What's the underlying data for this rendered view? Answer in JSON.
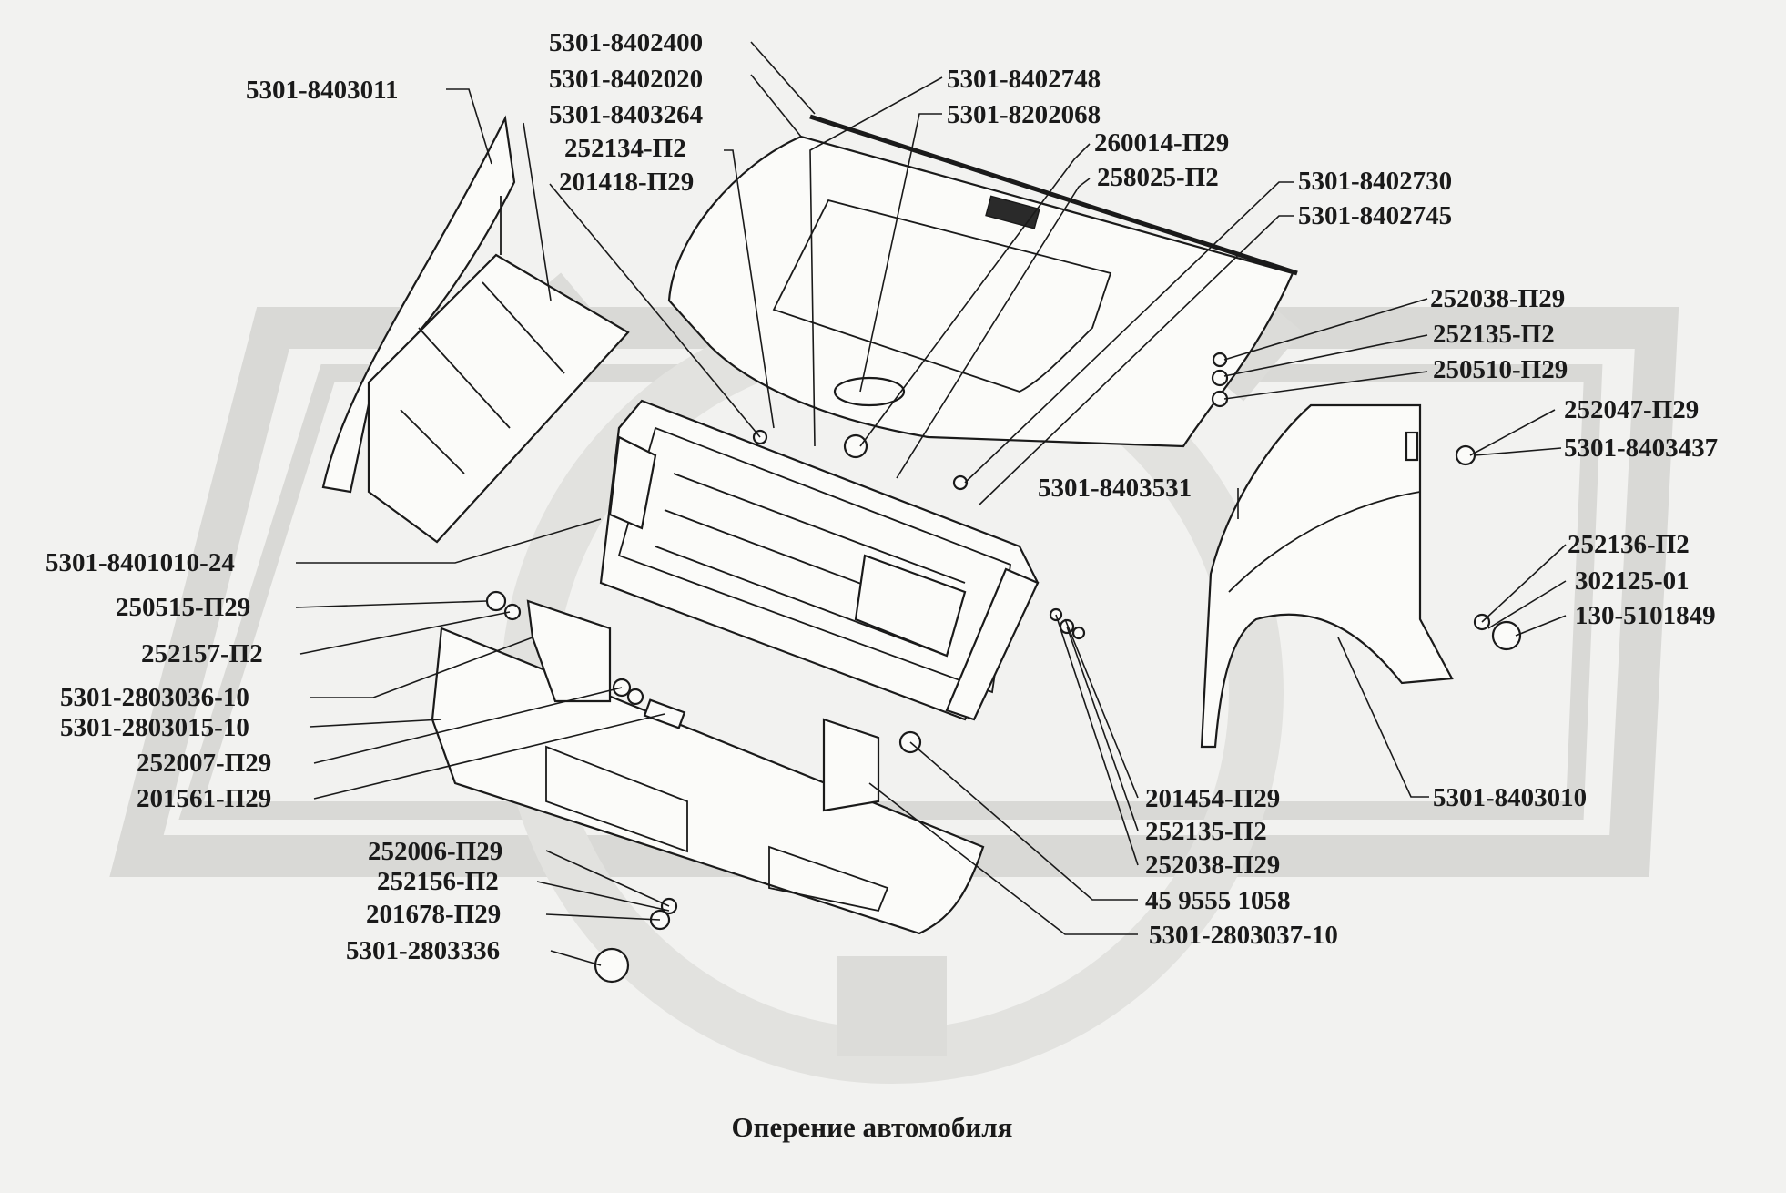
{
  "caption": "Оперение автомобиля",
  "callouts": [
    {
      "id": "p1",
      "text": "5301-8402400"
    },
    {
      "id": "p2",
      "text": "5301-8402020"
    },
    {
      "id": "p3",
      "text": "5301-8403011"
    },
    {
      "id": "p4",
      "text": "5301-8403264"
    },
    {
      "id": "p5",
      "text": "252134-П2"
    },
    {
      "id": "p6",
      "text": "201418-П29"
    },
    {
      "id": "p7",
      "text": "5301-8402748"
    },
    {
      "id": "p8",
      "text": "5301-8202068"
    },
    {
      "id": "p9",
      "text": "260014-П29"
    },
    {
      "id": "p10",
      "text": "258025-П2"
    },
    {
      "id": "p11",
      "text": "5301-8402730"
    },
    {
      "id": "p12",
      "text": "5301-8402745"
    },
    {
      "id": "p13",
      "text": "252038-П29"
    },
    {
      "id": "p14",
      "text": "252135-П2"
    },
    {
      "id": "p15",
      "text": "250510-П29"
    },
    {
      "id": "p16",
      "text": "252047-П29"
    },
    {
      "id": "p17",
      "text": "5301-8403437"
    },
    {
      "id": "p18",
      "text": "5301-8403531"
    },
    {
      "id": "p19",
      "text": "252136-П2"
    },
    {
      "id": "p20",
      "text": "302125-01"
    },
    {
      "id": "p21",
      "text": "130-5101849"
    },
    {
      "id": "p22",
      "text": "5301-8401010-24"
    },
    {
      "id": "p23",
      "text": "250515-П29"
    },
    {
      "id": "p24",
      "text": "252157-П2"
    },
    {
      "id": "p25",
      "text": "5301-2803036-10"
    },
    {
      "id": "p26",
      "text": "5301-2803015-10"
    },
    {
      "id": "p27",
      "text": "252007-П29"
    },
    {
      "id": "p28",
      "text": "201561-П29"
    },
    {
      "id": "p29",
      "text": "201454-П29"
    },
    {
      "id": "p30",
      "text": "252135-П2"
    },
    {
      "id": "p31",
      "text": "252038-П29"
    },
    {
      "id": "p32",
      "text": "45 9555 1058"
    },
    {
      "id": "p33",
      "text": "5301-2803037-10"
    },
    {
      "id": "p34",
      "text": "5301-8403010"
    },
    {
      "id": "p35",
      "text": "252006-П29"
    },
    {
      "id": "p36",
      "text": "252156-П2"
    },
    {
      "id": "p37",
      "text": "201678-П29"
    },
    {
      "id": "p38",
      "text": "5301-2803336"
    }
  ]
}
